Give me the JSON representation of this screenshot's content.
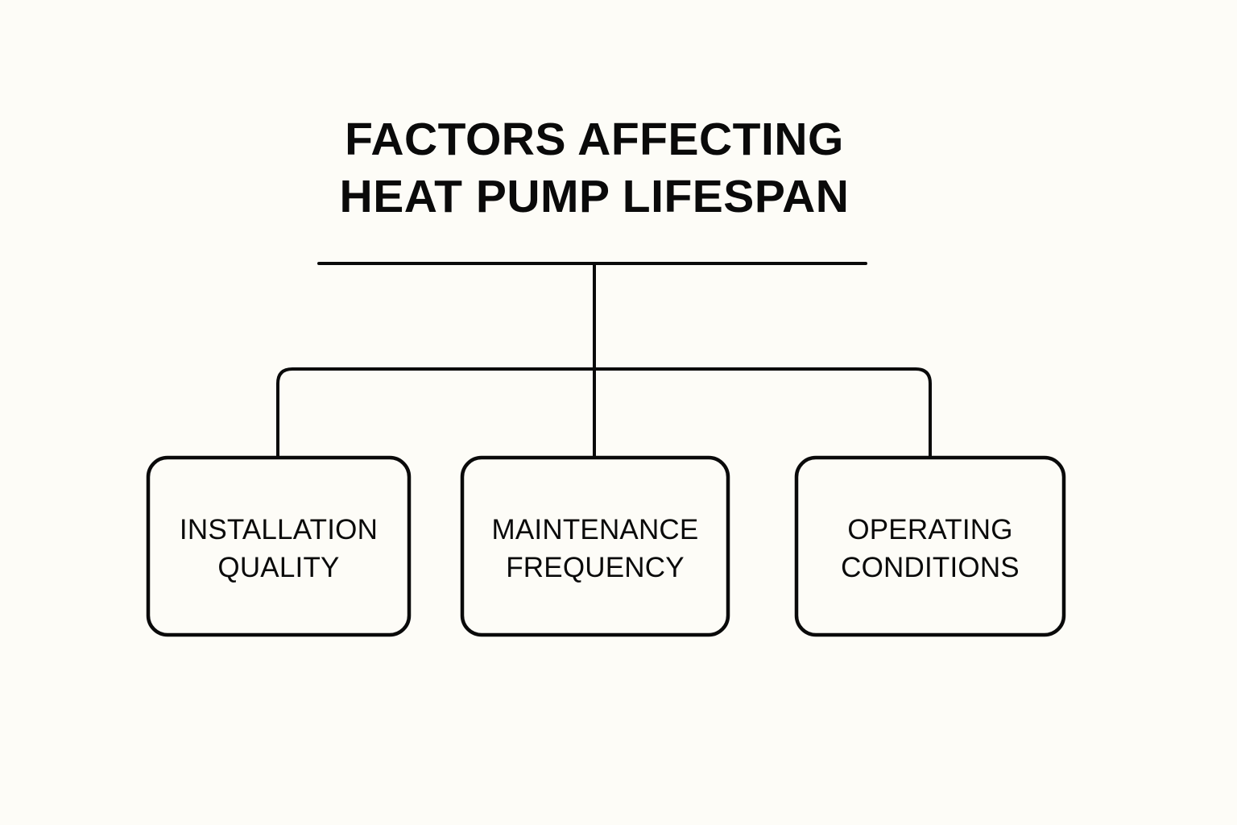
{
  "page": {
    "background_color": "#fdfcf7",
    "ink_color": "#0a0a0a",
    "title_line_1": "FACTORS AFFECTING",
    "title_line_2": "HEAT PUMP LIFESPAN"
  },
  "chart_data": {
    "type": "diagram",
    "diagram_kind": "organizational-tree",
    "title": "FACTORS AFFECTING HEAT PUMP LIFESPAN",
    "root_label": "FACTORS AFFECTING HEAT PUMP LIFESPAN",
    "branch_count": 3,
    "nodes": [
      {
        "id": "installation-quality",
        "line_1": "INSTALLATION",
        "line_2": "QUALITY",
        "label": "INSTALLATION QUALITY"
      },
      {
        "id": "maintenance-frequency",
        "line_1": "MAINTENANCE",
        "line_2": "FREQUENCY",
        "label": "MAINTENANCE FREQUENCY"
      },
      {
        "id": "operating-conditions",
        "line_1": "OPERATING",
        "line_2": "CONDITIONS",
        "label": "OPERATING CONDITIONS"
      }
    ]
  },
  "nodes": {
    "installation": {
      "line_1": "INSTALLATION",
      "line_2": "QUALITY"
    },
    "maintenance": {
      "line_1": "MAINTENANCE",
      "line_2": "FREQUENCY"
    },
    "operating": {
      "line_1": "OPERATING",
      "line_2": "CONDITIONS"
    }
  }
}
